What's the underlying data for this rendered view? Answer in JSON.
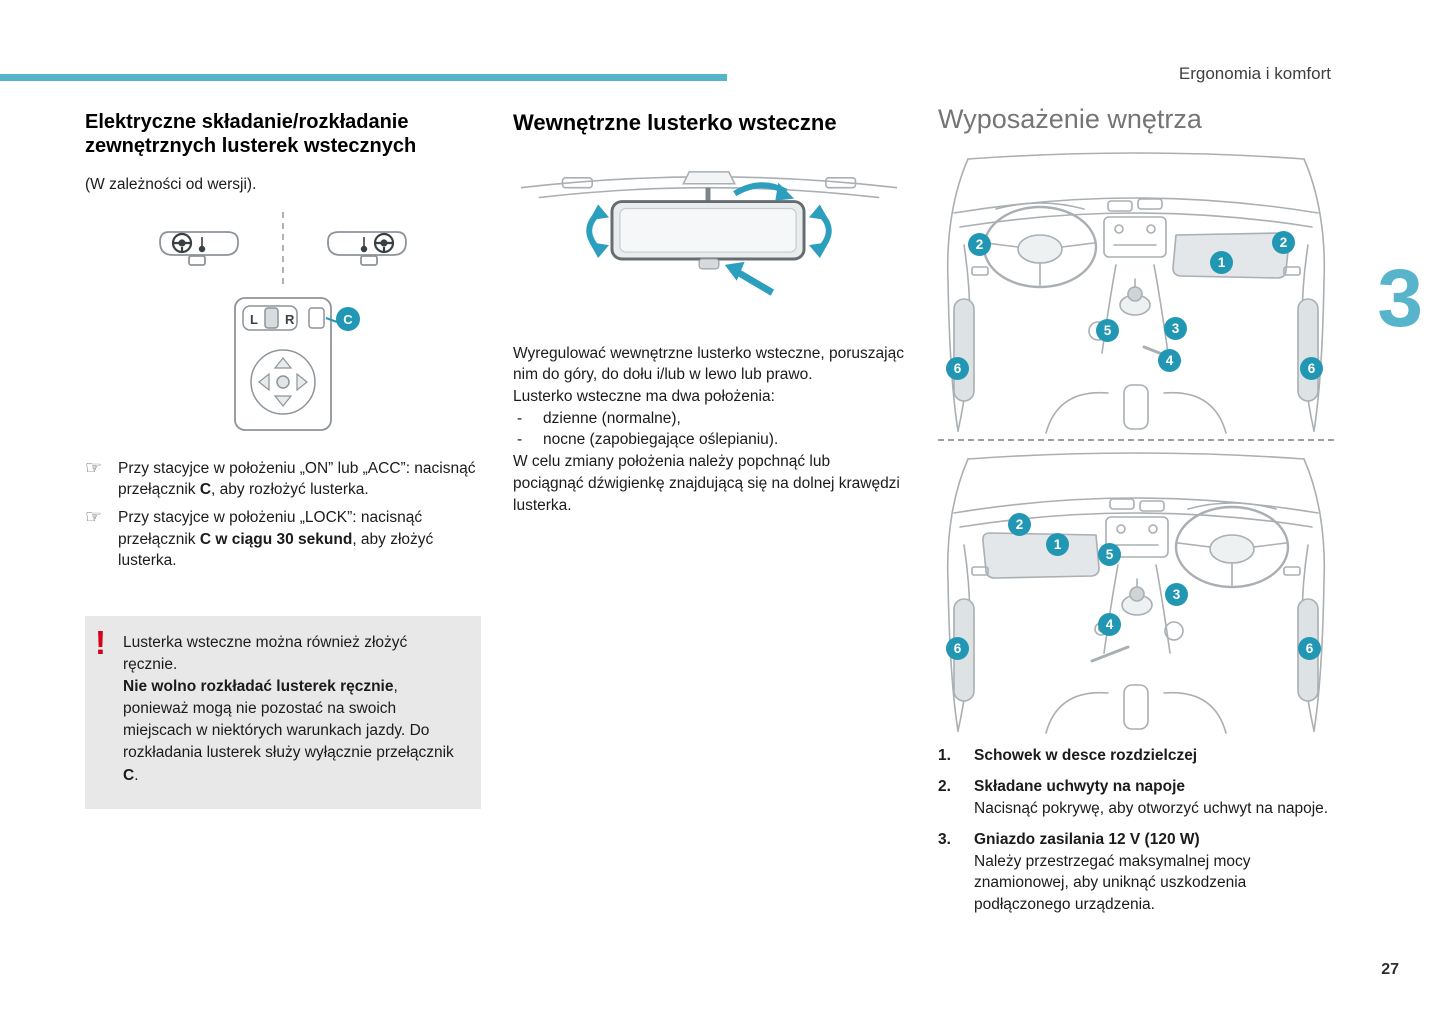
{
  "page": {
    "header": "Ergonomia i komfort",
    "chapter_number": "3",
    "page_number": "27"
  },
  "icons": {
    "pointing_hand": "☞",
    "warning_exclamation": "!",
    "dash": "-"
  },
  "colors": {
    "accent_teal": "#56b4c9",
    "badge_teal": "#2197b4",
    "warning_red": "#d5001c",
    "warning_box_bg": "#e8e8e8",
    "heading_gray": "#757575"
  },
  "mirrors_section": {
    "title": "Elektryczne składanie/rozkładanie zewnętrznych lusterek wstecznych",
    "subtitle": "(W zależności od wersji).",
    "switch_labels": {
      "l": "L",
      "r": "R",
      "c": "C"
    },
    "bullets": [
      {
        "pre": "Przy stacyjce w położeniu „ON” lub „ACC”: nacisnąć przełącznik ",
        "bold": "C",
        "post": ", aby rozłożyć lusterka."
      },
      {
        "pre": "Przy stacyjce w położeniu „LOCK”: nacisnąć przełącznik ",
        "bold": "C w ciągu 30 sekund",
        "post": ", aby złożyć lusterka."
      }
    ],
    "warning": {
      "s1": "Lusterka wsteczne można również złożyć ręcznie.",
      "s2": "Nie wolno rozkładać lusterek ręcznie",
      "s3": ", ponieważ mogą nie pozostać na swoich miejscach w niektórych warunkach jazdy. Do rozkładania lusterek służy wyłącznie przełącznik ",
      "s4": "C",
      "s5": "."
    }
  },
  "rearview_section": {
    "title": "Wewnętrzne lusterko wsteczne",
    "p1": "Wyregulować wewnętrzne lusterko wsteczne, poruszając nim do góry, do dołu i/lub w lewo lub prawo.",
    "p2": "Lusterko wsteczne ma dwa położenia:",
    "positions": [
      "dzienne (normalne),",
      "nocne (zapobiegające oślepianiu)."
    ],
    "p3": "W celu zmiany położenia należy popchnąć lub pociągnąć dźwigienkę znajdującą się na dolnej krawędzi lusterka."
  },
  "equipment_section": {
    "title": "Wyposażenie wnętrza",
    "diagram_top_badges": [
      "2",
      "1",
      "2",
      "5",
      "3",
      "4",
      "6",
      "6"
    ],
    "diagram_bottom_badges": [
      "2",
      "1",
      "5",
      "3",
      "4",
      "6",
      "6"
    ],
    "items": [
      {
        "num": "1.",
        "heading": "Schowek w desce rozdzielczej",
        "body": ""
      },
      {
        "num": "2.",
        "heading": "Składane uchwyty na napoje",
        "body": "Nacisnąć pokrywę, aby otworzyć uchwyt na napoje."
      },
      {
        "num": "3.",
        "heading": "Gniazdo zasilania 12 V (120 W)",
        "body": "Należy przestrzegać maksymalnej mocy znamionowej, aby uniknąć uszkodzenia podłączonego urządzenia."
      }
    ]
  }
}
